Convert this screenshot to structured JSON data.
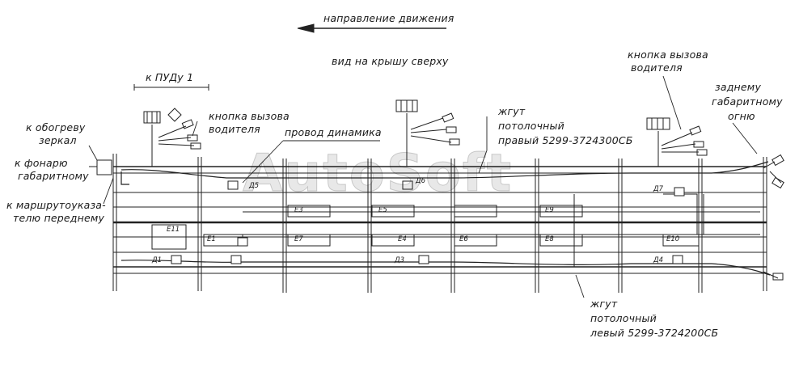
{
  "watermark": "AutoSoft",
  "labels": {
    "direction": "направление движения",
    "view": "вид на крышу сверху",
    "pudu": "к ПУДу 1",
    "call_button_a_1": "кнопка вызова",
    "call_button_a_2": "водителя",
    "call_button_b_1": "кнопка вызова",
    "call_button_b_2": "водителя",
    "speaker_wire": "провод динамика",
    "mirror_heat_1": "к обогреву",
    "mirror_heat_2": "зеркал",
    "side_lamp_1": "к фонарю",
    "side_lamp_2": "габаритному",
    "route_ind_1": "к маршрутоуказа-",
    "route_ind_2": "телю переднему",
    "harness_right_1": "жгут",
    "harness_right_2": "потолочный",
    "harness_right_3": "правый 5299-3724300СБ",
    "rear_lamp_1": "заднему",
    "rear_lamp_2": "габаритному",
    "rear_lamp_3": "огню",
    "harness_left_1": "жгут",
    "harness_left_2": "потолочный",
    "harness_left_3": "левый 5299-3724200СБ"
  },
  "tags": {
    "d1": "Д1",
    "d3": "Д3",
    "d4": "Д4",
    "d5": "Д5",
    "d6": "Д6",
    "d7": "Д7",
    "e1": "Е1",
    "e3": "Е3",
    "e4": "Е4",
    "e5": "Е5",
    "e6": "Е6",
    "e7": "Е7",
    "e8": "Е8",
    "e9": "Е9",
    "e10": "Е10",
    "e11": "Е11"
  }
}
